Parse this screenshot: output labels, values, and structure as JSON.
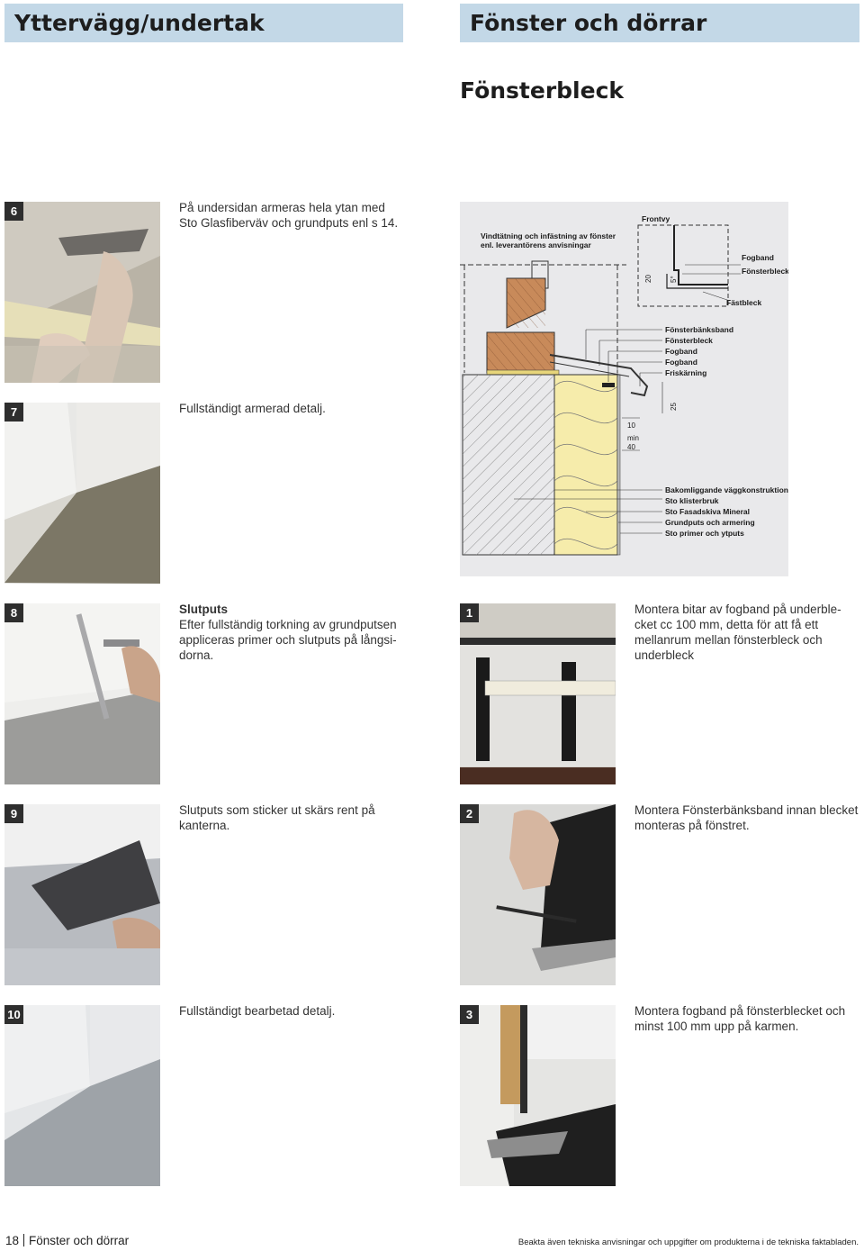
{
  "header": {
    "left": "Yttervägg/undertak",
    "right": "Fönster och dörrar"
  },
  "section_title": "Fönsterbleck",
  "steps_left": [
    {
      "num": "6",
      "title": "",
      "text": "På undersidan armeras hela ytan med Sto Glasfiberväv och grundputs enl s 14."
    },
    {
      "num": "7",
      "title": "",
      "text": "Fullständigt armerad detalj."
    },
    {
      "num": "8",
      "title": "Slutputs",
      "text": "Efter fullständig torkning av grundputsen appliceras primer och slutputs på långsi-dorna."
    },
    {
      "num": "9",
      "title": "",
      "text": "Slutputs som sticker ut skärs rent på kanterna."
    },
    {
      "num": "10",
      "title": "",
      "text": "Fullständigt bearbetad detalj."
    }
  ],
  "steps_right": [
    {
      "num": "1",
      "text": "Montera bitar av fogband på underble-cket cc 100 mm, detta för att få ett mellanrum mellan fönsterbleck och underbleck"
    },
    {
      "num": "2",
      "text": "Montera Fönsterbänksband innan blecket monteras på fönstret."
    },
    {
      "num": "3",
      "text": "Montera fogband på fönsterblecket och minst 100 mm upp på karmen."
    }
  ],
  "diagram": {
    "note_line1": "Vindtätning och infästning av fönster",
    "note_line2": "enl. leverantörens anvisningar",
    "frontvy": "Frontvy",
    "frontvy_labels": [
      "Fogband",
      "Fönsterbleck",
      "Fästbleck"
    ],
    "dim_20": "20",
    "dim_5deg": "5°",
    "sill_labels": [
      "Fönsterbänksband",
      "Fönsterbleck",
      "Fogband",
      "Fogband",
      "Friskärning"
    ],
    "dim_25": "25",
    "dim_10": "10",
    "dim_min": "min",
    "dim_40": "40",
    "wall_labels": [
      "Bakomliggande väggkonstruktion",
      "Sto klisterbruk",
      "Sto Fasadskiva Mineral",
      "Grundputs och armering",
      "Sto primer och ytputs"
    ]
  },
  "footer": {
    "page_number": "18",
    "section": "Fönster och dörrar",
    "note": "Beakta även tekniska anvisningar och uppgifter om produkterna i de tekniska faktabladen."
  }
}
